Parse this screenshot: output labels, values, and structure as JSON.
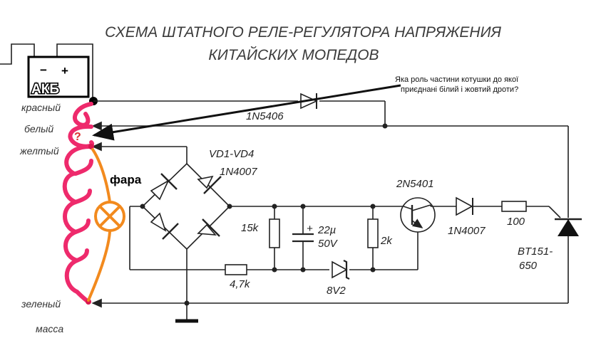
{
  "title": {
    "line1": "СХЕМА ШТАТНОГО РЕЛЕ-РЕГУЛЯТОРА НАПРЯЖЕНИЯ",
    "line2": "КИТАЙСКИХ МОПЕДОВ"
  },
  "battery": {
    "label": "АКБ",
    "minus": "−",
    "plus": "+"
  },
  "question": {
    "line1": "Яка роль частини котушки до якої",
    "line2": "приєднані білий і жовтий дроти?",
    "mark": "?"
  },
  "wires": {
    "red": "красный",
    "white": "белый",
    "yellow": "желтый",
    "green": "зеленый",
    "ground": "масса"
  },
  "lamp_label": "фара",
  "components": {
    "diode_top": "1N5406",
    "bridge_name": "VD1-VD4",
    "bridge_part": "1N4007",
    "r1": "15k",
    "cap_plus": "+",
    "cap_value": "22µ",
    "cap_voltage": "50V",
    "r2": "2k",
    "r3": "4,7k",
    "zener": "8V2",
    "transistor": "2N5401",
    "diode_out": "1N4007",
    "r4": "100",
    "thyristor_1": "BT151-",
    "thyristor_2": "650"
  },
  "colors": {
    "coil": "#ee2a6c",
    "lamp": "#f28a1e",
    "arrow": "#111111",
    "question": "#d93030"
  }
}
